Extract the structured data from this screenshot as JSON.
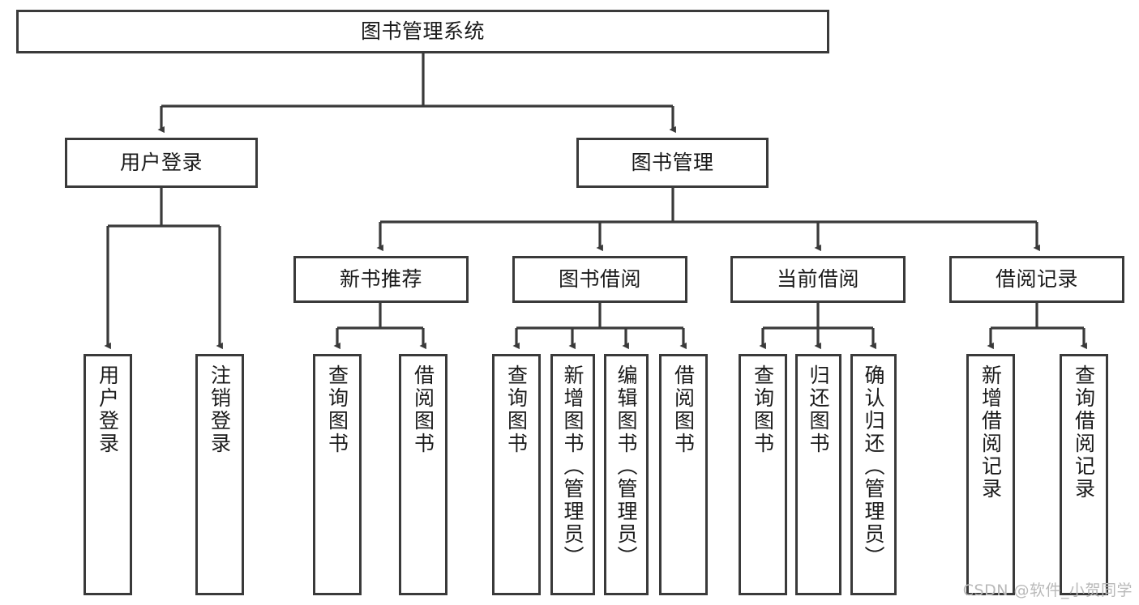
{
  "diagram": {
    "type": "hierarchy-tree",
    "title": "图书管理系统",
    "root": {
      "id": "root",
      "label": "图书管理系统"
    },
    "level2": [
      {
        "id": "user-login",
        "label": "用户登录"
      },
      {
        "id": "book-manage",
        "label": "图书管理"
      }
    ],
    "level3": [
      {
        "id": "new-book-recommend",
        "label": "新书推荐",
        "parent": "book-manage"
      },
      {
        "id": "book-borrow",
        "label": "图书借阅",
        "parent": "book-manage"
      },
      {
        "id": "current-borrow",
        "label": "当前借阅",
        "parent": "book-manage"
      },
      {
        "id": "borrow-record",
        "label": "借阅记录",
        "parent": "book-manage"
      }
    ],
    "leaves": [
      {
        "id": "leaf-user-login",
        "label": "用户登录",
        "parent": "user-login"
      },
      {
        "id": "leaf-user-logout",
        "label": "注销登录",
        "parent": "user-login"
      },
      {
        "id": "leaf-query-book-1",
        "label": "查询图书",
        "parent": "new-book-recommend"
      },
      {
        "id": "leaf-borrow-book-1",
        "label": "借阅图书",
        "parent": "new-book-recommend"
      },
      {
        "id": "leaf-query-book-2",
        "label": "查询图书",
        "parent": "book-borrow"
      },
      {
        "id": "leaf-add-book",
        "label": "新增图书（管理员）",
        "parent": "book-borrow"
      },
      {
        "id": "leaf-edit-book",
        "label": "编辑图书（管理员）",
        "parent": "book-borrow"
      },
      {
        "id": "leaf-borrow-book-2",
        "label": "借阅图书",
        "parent": "book-borrow"
      },
      {
        "id": "leaf-query-book-3",
        "label": "查询图书",
        "parent": "current-borrow"
      },
      {
        "id": "leaf-return-book",
        "label": "归还图书",
        "parent": "current-borrow"
      },
      {
        "id": "leaf-confirm-return",
        "label": "确认归还（管理员）",
        "parent": "current-borrow"
      },
      {
        "id": "leaf-add-record",
        "label": "新增借阅记录",
        "parent": "borrow-record"
      },
      {
        "id": "leaf-query-record",
        "label": "查询借阅记录",
        "parent": "borrow-record"
      }
    ],
    "colors": {
      "stroke": "#3a3a3a",
      "background": "#ffffff",
      "text": "#1a1a1a",
      "watermark": "#b9b9b9"
    }
  },
  "watermark": {
    "text": "CSDN @软件_小贺同学"
  }
}
